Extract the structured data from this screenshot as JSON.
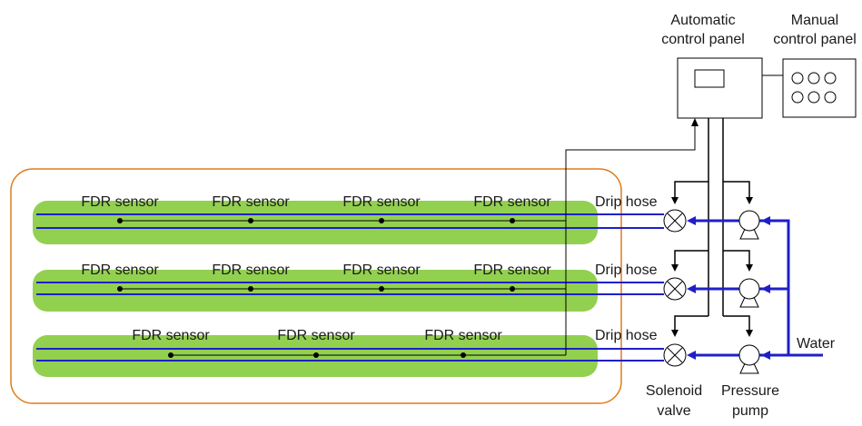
{
  "title_auto": [
    "Automatic",
    "control panel"
  ],
  "title_manual": [
    "Manual",
    "control panel"
  ],
  "sensor_label": "FDR sensor",
  "drip_label": "Drip hose",
  "water_label": "Water",
  "solenoid_label": [
    "Solenoid",
    "valve"
  ],
  "pump_label": [
    "Pressure",
    "pump"
  ],
  "rows": [
    {
      "sensor_count": 4
    },
    {
      "sensor_count": 4
    },
    {
      "sensor_count": 3
    }
  ],
  "colors": {
    "bed": "#92d050",
    "hose": "#1f1fc8",
    "field_border": "#e07b1a",
    "line": "#000000"
  }
}
